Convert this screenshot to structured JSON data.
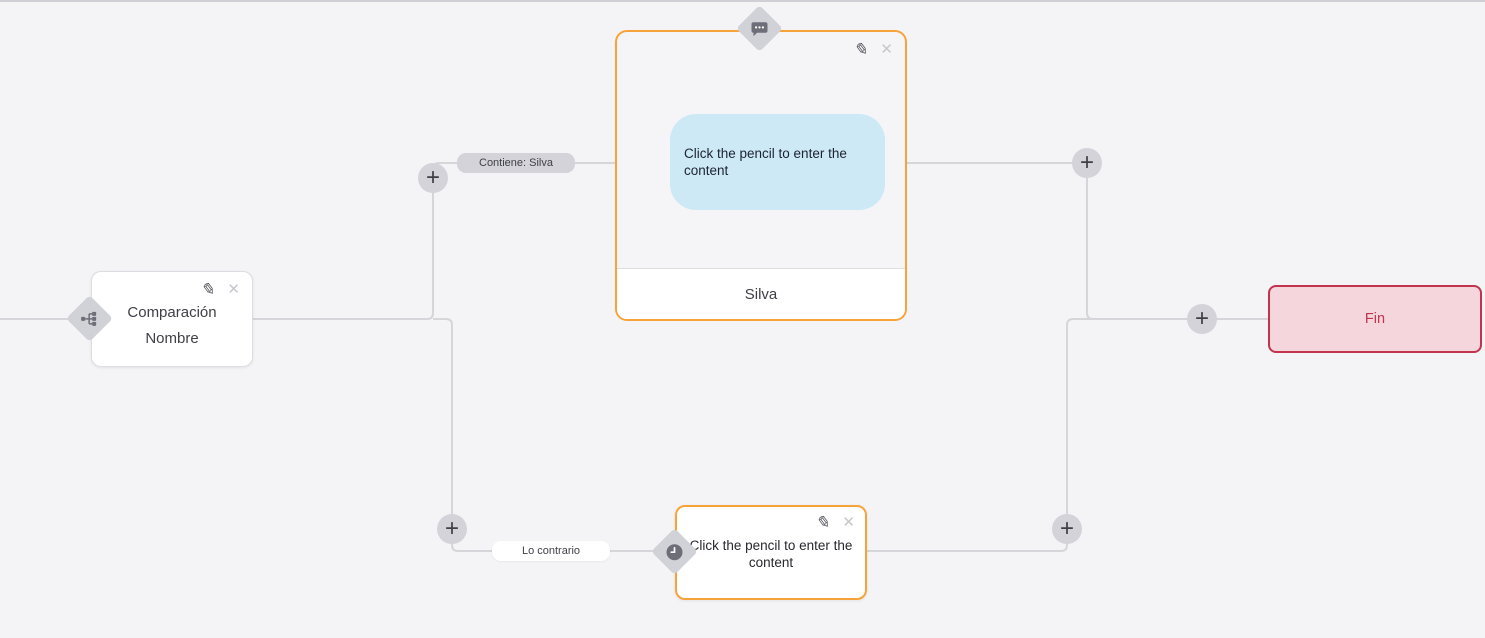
{
  "colors": {
    "accent_orange": "#F8A33A",
    "end_red": "#C2344E",
    "end_bg": "#F4D6DC",
    "bubble_blue": "#CDE9F6",
    "edge_gray": "#D5D5DA",
    "canvas_bg": "#F4F4F6"
  },
  "condition_node": {
    "title": "Comparación",
    "subtitle": "Nombre"
  },
  "message_node": {
    "bubble_text": "Click the pencil to enter the content",
    "footer_label": "Silva"
  },
  "delay_node": {
    "text": "Click the pencil to enter the content"
  },
  "end_node": {
    "label": "Fin"
  },
  "edge_labels": {
    "condition_true": "Contiene: Silva",
    "condition_false": "Lo contrario"
  },
  "controls": {
    "edit": "✎",
    "delete": "✕",
    "add": "+"
  }
}
